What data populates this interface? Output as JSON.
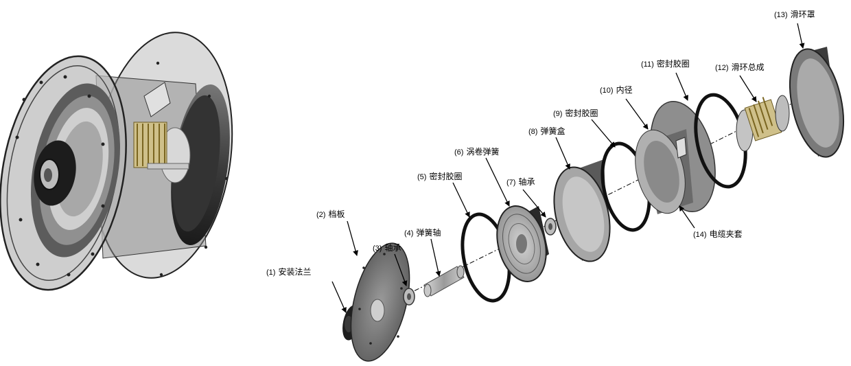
{
  "parts": [
    {
      "num": "(1)",
      "name": "安装法兰"
    },
    {
      "num": "(2)",
      "name": "档板"
    },
    {
      "num": "(3)",
      "name": "轴承"
    },
    {
      "num": "(4)",
      "name": "弹簧轴"
    },
    {
      "num": "(5)",
      "name": "密封胶圈"
    },
    {
      "num": "(6)",
      "name": "涡卷弹簧"
    },
    {
      "num": "(7)",
      "name": "轴承"
    },
    {
      "num": "(8)",
      "name": "弹簧盒"
    },
    {
      "num": "(9)",
      "name": "密封胶圈"
    },
    {
      "num": "(10)",
      "name": "内径"
    },
    {
      "num": "(11)",
      "name": "密封胶圈"
    },
    {
      "num": "(12)",
      "name": "滑环总成"
    },
    {
      "num": "(13)",
      "name": "滑环罩"
    },
    {
      "num": "(14)",
      "name": "电缆夹套"
    }
  ]
}
